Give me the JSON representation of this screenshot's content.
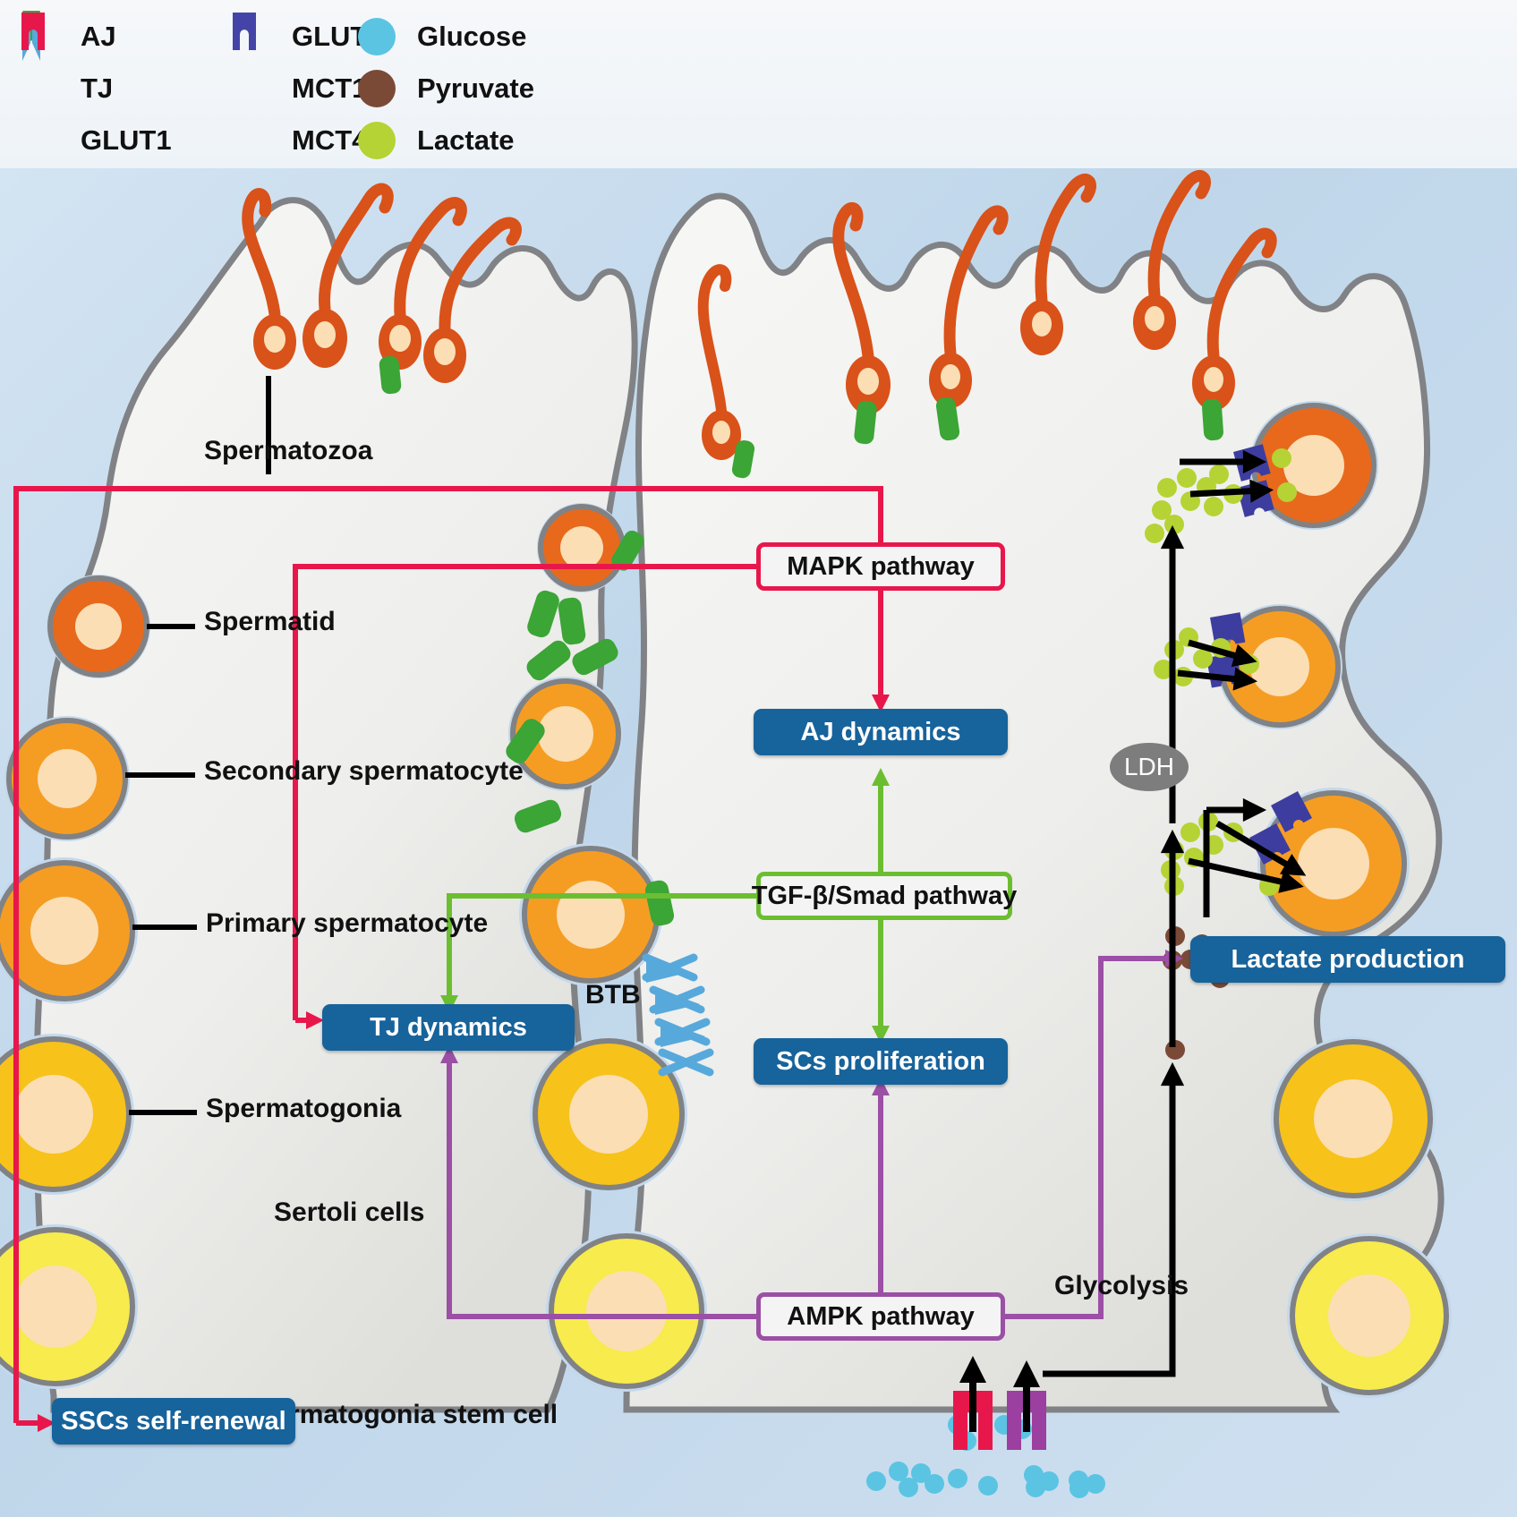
{
  "legend": {
    "columns": [
      {
        "items": [
          {
            "symbol": "aj-junction-icon",
            "label": "AJ",
            "color": "#3BA536"
          },
          {
            "symbol": "tj-junction-icon",
            "label": "TJ",
            "color": "#57A9DC"
          },
          {
            "symbol": "transporter-icon",
            "label": "GLUT1",
            "color": "#E8174B"
          }
        ]
      },
      {
        "items": [
          {
            "symbol": "transporter-icon",
            "label": "GLUT3",
            "color": "#9B3FA0"
          },
          {
            "symbol": "transporter-icon",
            "label": "MCT1",
            "color": "#2E55A5"
          },
          {
            "symbol": "transporter-icon",
            "label": "MCT4",
            "color": "#4444A8"
          }
        ]
      },
      {
        "items": [
          {
            "symbol": "molecule-dot-icon",
            "label": "Glucose",
            "color": "#5BC4E3"
          },
          {
            "symbol": "molecule-dot-icon",
            "label": "Pyruvate",
            "color": "#7A4A37"
          },
          {
            "symbol": "molecule-dot-icon",
            "label": "Lactate",
            "color": "#B5D334"
          }
        ]
      }
    ]
  },
  "cell_labels": {
    "spermatozoa": "Spermatozoa",
    "spermatid": "Spermatid",
    "secondary_spermatocyte": "Secondary spermatocyte",
    "primary_spermatocyte": "Primary spermatocyte",
    "spermatogonia": "Spermatogonia",
    "sertoli_cells": "Sertoli cells",
    "spermatogonia_stem_cell": "Spermatogonia stem cell",
    "btb": "BTB",
    "glycolysis": "Glycolysis",
    "ldh": "LDH"
  },
  "pathways": {
    "mapk": {
      "label": "MAPK pathway",
      "color": "#E8174B"
    },
    "tgfb": {
      "label": "TGF-β/Smad pathway",
      "color": "#6CBE31"
    },
    "ampk": {
      "label": "AMPK pathway",
      "color": "#9B4FA5"
    }
  },
  "outcomes": {
    "aj_dynamics": {
      "label": "AJ  dynamics",
      "color": "#17639B"
    },
    "tj_dynamics": {
      "label": "TJ  dynamics",
      "color": "#17639B"
    },
    "scs_proliferation": {
      "label": "SCs proliferation",
      "color": "#17639B"
    },
    "lactate_production": {
      "label": "Lactate production",
      "color": "#17639B"
    },
    "sscs_self_renewal": {
      "label": "SSCs self-renewal",
      "color": "#17639B"
    }
  },
  "colors": {
    "background_blue": "#c3d8ec",
    "sertoli_gray": "#e9e9e7",
    "membrane_gray": "#808285",
    "spermatid_orange": "#E8691C",
    "spermatocyte_orange": "#F59D23",
    "spermatogonia_yellow": "#F7C21A",
    "ssc_yellow": "#F7EB4D",
    "nucleus_cream": "#FBDEB4",
    "sperm_head": "#D9521A",
    "glucose": "#5BC4E3",
    "pyruvate": "#7A4A37",
    "lactate": "#B5D334",
    "aj_green": "#3BA536",
    "tj_blue": "#57A9DC",
    "mct_blue": "#3D3DA0",
    "glut1_pink": "#E8174B",
    "glut3_purple": "#9B3FA0",
    "ldh_gray": "#7D7D7D"
  }
}
